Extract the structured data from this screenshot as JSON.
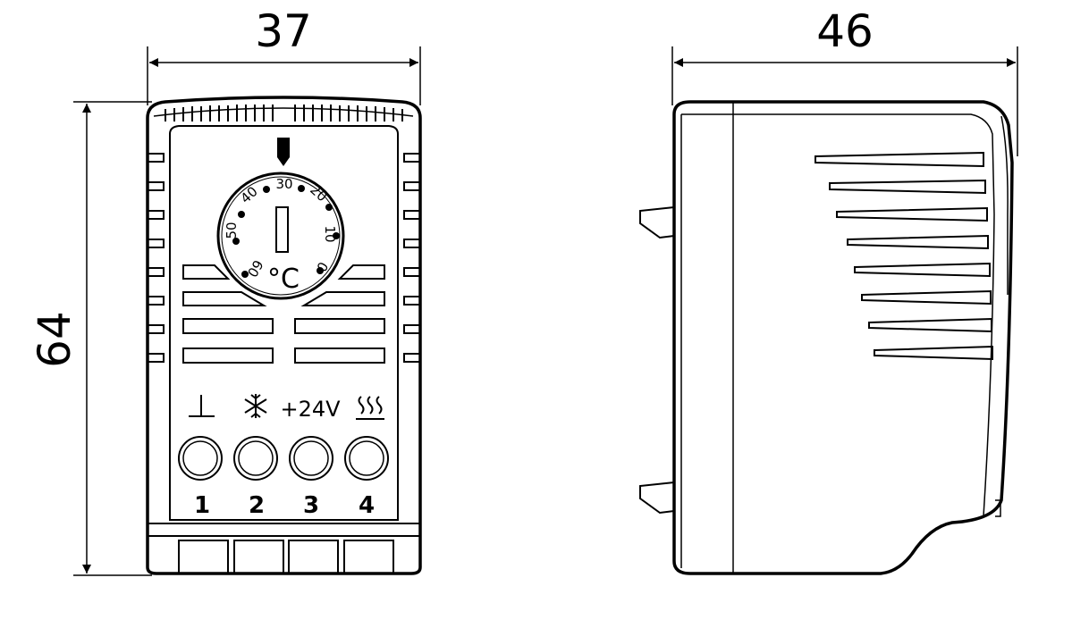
{
  "dimensions": {
    "front_width": "37",
    "side_depth": "46",
    "height": "64"
  },
  "dial": {
    "scale": [
      "60",
      "50",
      "40",
      "30",
      "20",
      "10",
      "0"
    ],
    "unit": "°C"
  },
  "terminals": [
    {
      "symbol": "⊥",
      "symbol_icon": "ground-icon",
      "number": "1"
    },
    {
      "symbol": "❄",
      "symbol_icon": "snowflake-icon",
      "number": "2"
    },
    {
      "symbol": "+24V",
      "symbol_icon": "",
      "number": "3"
    },
    {
      "symbol": "ʃʃʃ",
      "symbol_icon": "heater-icon",
      "number": "4"
    }
  ]
}
